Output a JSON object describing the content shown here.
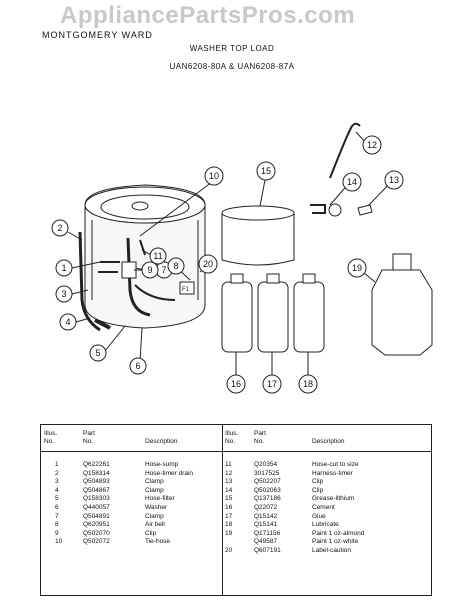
{
  "watermark": "AppliancePartsPros.com",
  "brand": "MONTGOMERY WARD",
  "title": "WASHER TOP LOAD",
  "models": "UAN6208-80A & UAN6208-87A",
  "callouts": [
    "1",
    "2",
    "3",
    "4",
    "5",
    "6",
    "7",
    "8",
    "9",
    "10",
    "11",
    "12",
    "13",
    "14",
    "15",
    "16",
    "17",
    "18",
    "19",
    "20"
  ],
  "table": {
    "headers": {
      "illus": "Illus.",
      "no": "No.",
      "part": "Part",
      "description": "Description"
    },
    "left_rows": [
      {
        "illus": "1",
        "part": "Q622261",
        "desc": "Hose-sump"
      },
      {
        "illus": "2",
        "part": "Q158314",
        "desc": "Hose-timer drain"
      },
      {
        "illus": "3",
        "part": "Q504893",
        "desc": "Clamp"
      },
      {
        "illus": "4",
        "part": "Q504867",
        "desc": "Clamp"
      },
      {
        "illus": "5",
        "part": "Q158303",
        "desc": "Hose-filter"
      },
      {
        "illus": "6",
        "part": "Q440057",
        "desc": "Washer"
      },
      {
        "illus": "7",
        "part": "Q504891",
        "desc": "Clamp"
      },
      {
        "illus": "8",
        "part": "Q620951",
        "desc": "Air bell"
      },
      {
        "illus": "9",
        "part": "Q502070",
        "desc": "Clip"
      },
      {
        "illus": "10",
        "part": "Q502072",
        "desc": "Tie-hose"
      }
    ],
    "right_rows": [
      {
        "illus": "11",
        "part": "Q20354",
        "desc": "Hose-cut to size"
      },
      {
        "illus": "12",
        "part": "3017525",
        "desc": "Harness-timer"
      },
      {
        "illus": "13",
        "part": "Q502207",
        "desc": "Clip"
      },
      {
        "illus": "14",
        "part": "Q502063",
        "desc": "Clip"
      },
      {
        "illus": "15",
        "part": "Q137186",
        "desc": "Grease-lithium"
      },
      {
        "illus": "16",
        "part": "Q22072",
        "desc": "Cement"
      },
      {
        "illus": "17",
        "part": "Q15142",
        "desc": "Glue"
      },
      {
        "illus": "18",
        "part": "Q15141",
        "desc": "Lubricate"
      },
      {
        "illus": "19",
        "part": "Q171156",
        "desc": "Paint 1 oz-almond"
      },
      {
        "illus": "",
        "part": "Q49587",
        "desc": "Paint 1 oz-white"
      },
      {
        "illus": "20",
        "part": "Q607191",
        "desc": "Label-caution"
      }
    ]
  }
}
